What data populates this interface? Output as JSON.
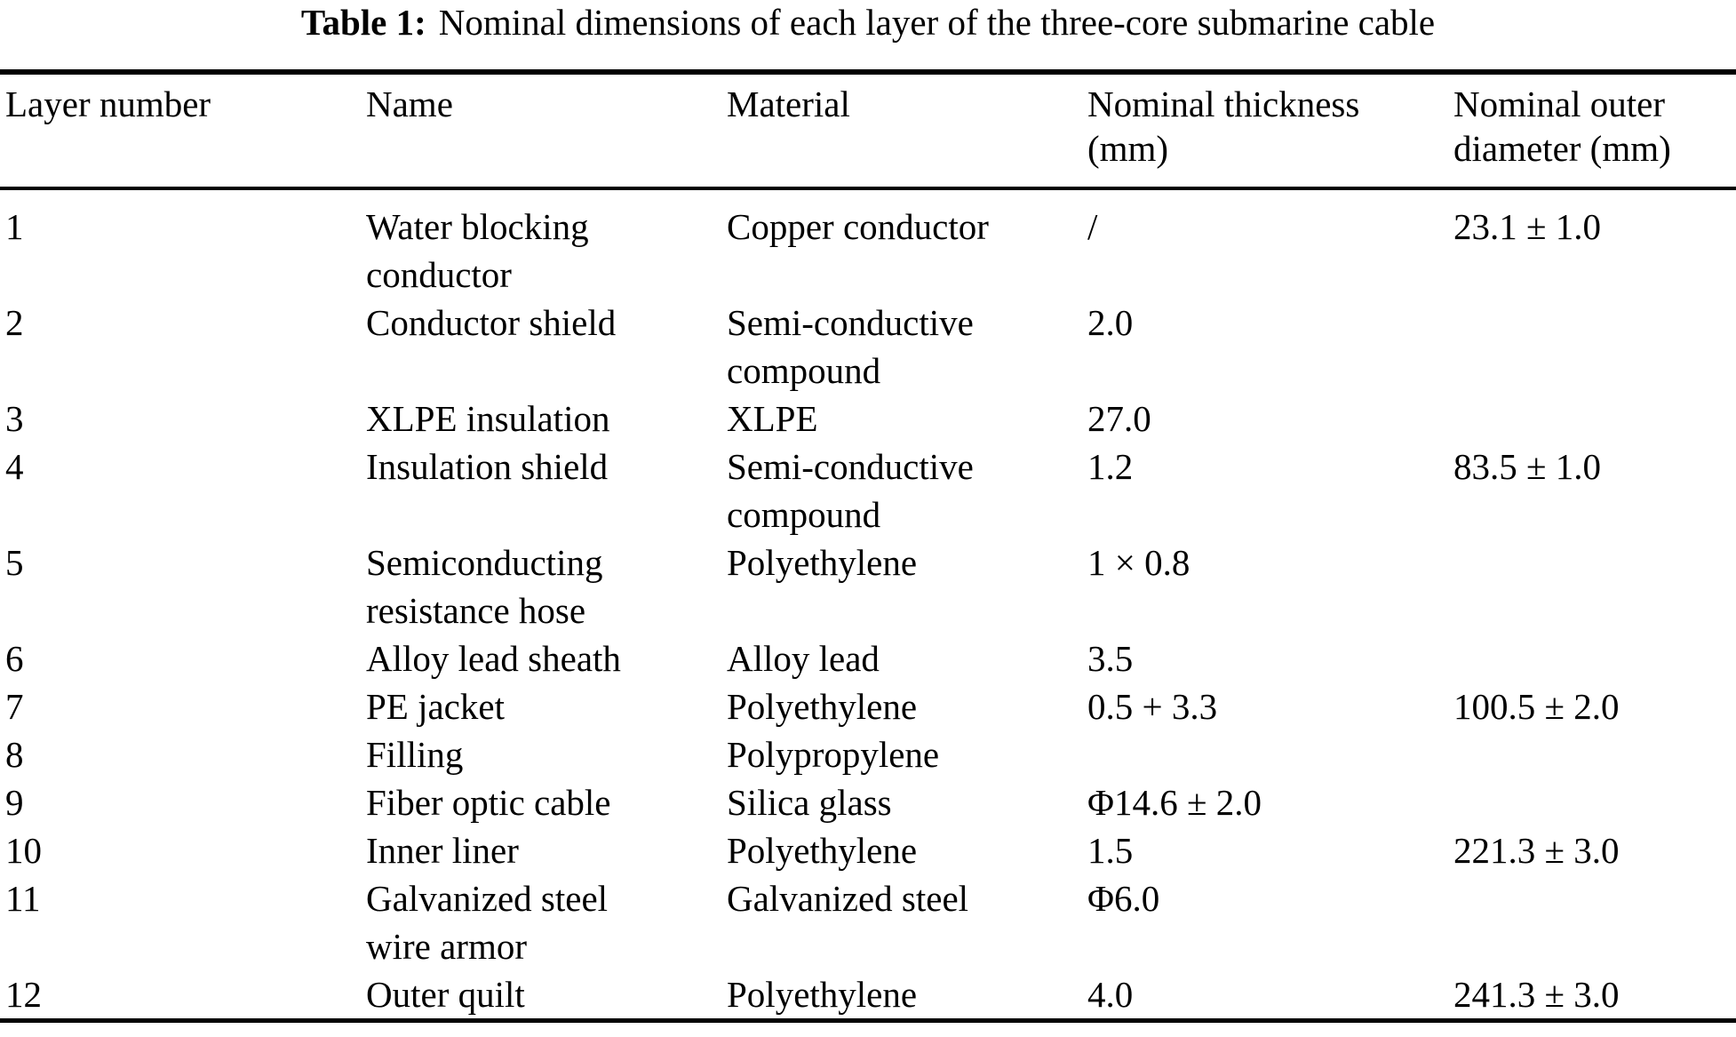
{
  "colors": {
    "text": "#000000",
    "background": "#ffffff",
    "rule": "#000000"
  },
  "title": {
    "label": "Table 1:",
    "text": "Nominal dimensions of each layer of the three-core submarine cable"
  },
  "table": {
    "headers": [
      "Layer number",
      "Name",
      "Material",
      "Nominal thickness\n(mm)",
      "Nominal outer\ndiameter (mm)"
    ],
    "rows": [
      {
        "layer": "1",
        "name": "Water blocking\nconductor",
        "material": "Copper conductor",
        "thickness": "/",
        "diameter": "23.1 ± 1.0"
      },
      {
        "layer": "2",
        "name": "Conductor shield",
        "material": "Semi-conductive\ncompound",
        "thickness": "2.0",
        "diameter": ""
      },
      {
        "layer": "3",
        "name": "XLPE insulation",
        "material": "XLPE",
        "thickness": "27.0",
        "diameter": ""
      },
      {
        "layer": "4",
        "name": "Insulation shield",
        "material": "Semi-conductive\ncompound",
        "thickness": "1.2",
        "diameter": "83.5 ± 1.0"
      },
      {
        "layer": "5",
        "name": "Semiconducting\nresistance hose",
        "material": "Polyethylene",
        "thickness": "1 × 0.8",
        "diameter": ""
      },
      {
        "layer": "6",
        "name": "Alloy lead sheath",
        "material": "Alloy lead",
        "thickness": "3.5",
        "diameter": ""
      },
      {
        "layer": "7",
        "name": "PE jacket",
        "material": "Polyethylene",
        "thickness": "0.5 + 3.3",
        "diameter": "100.5 ± 2.0"
      },
      {
        "layer": "8",
        "name": "Filling",
        "material": "Polypropylene",
        "thickness": "",
        "diameter": ""
      },
      {
        "layer": "9",
        "name": "Fiber optic cable",
        "material": "Silica glass",
        "thickness": "Φ14.6 ± 2.0",
        "diameter": ""
      },
      {
        "layer": "10",
        "name": "Inner liner",
        "material": "Polyethylene",
        "thickness": "1.5",
        "diameter": "221.3 ± 3.0"
      },
      {
        "layer": "11",
        "name": "Galvanized steel\nwire armor",
        "material": "Galvanized steel",
        "thickness": "Φ6.0",
        "diameter": ""
      },
      {
        "layer": "12",
        "name": "Outer quilt",
        "material": "Polyethylene",
        "thickness": "4.0",
        "diameter": "241.3 ± 3.0"
      }
    ]
  }
}
